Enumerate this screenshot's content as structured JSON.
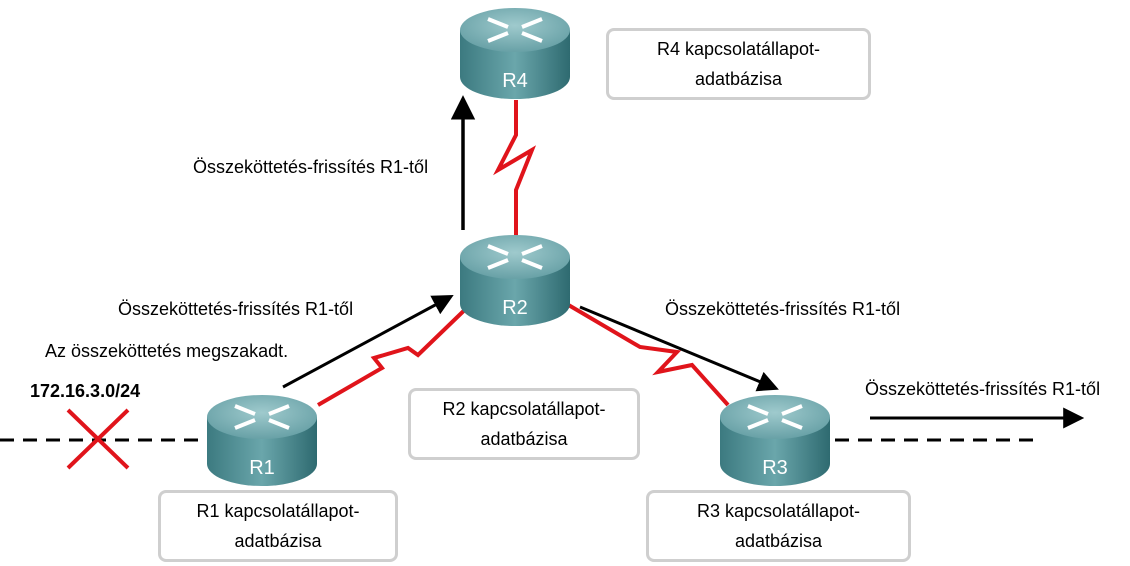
{
  "routers": [
    {
      "id": "R1",
      "label": "R1"
    },
    {
      "id": "R2",
      "label": "R2"
    },
    {
      "id": "R3",
      "label": "R3"
    },
    {
      "id": "R4",
      "label": "R4"
    }
  ],
  "databases": {
    "r1": "R1 kapcsolatállapot-\nadatbázisa",
    "r2": "R2 kapcsolatállapot-\nadatbázisa",
    "r3": "R3 kapcsolatállapot-\nadatbázisa",
    "r4": "R4 kapcsolatállapot-\nadatbázisa"
  },
  "labels": {
    "update_to_r4": "Összeköttetés-frissítés R1-től",
    "update_to_r2": "Összeköttetés-frissítés R1-től",
    "update_to_r3": "Összeköttetés-frissítés R1-től",
    "update_from_r3": "Összeköttetés-frissítés R1-től",
    "link_down": "Az összeköttetés megszakadt.",
    "network": "172.16.3.0/24"
  },
  "colors": {
    "router_body": "#4f8f95",
    "router_top": "#7fb6ba",
    "serial_link": "#e0141b",
    "failure_mark": "#e0141b",
    "arrow": "#000000",
    "box_border": "#cfcfcf"
  }
}
